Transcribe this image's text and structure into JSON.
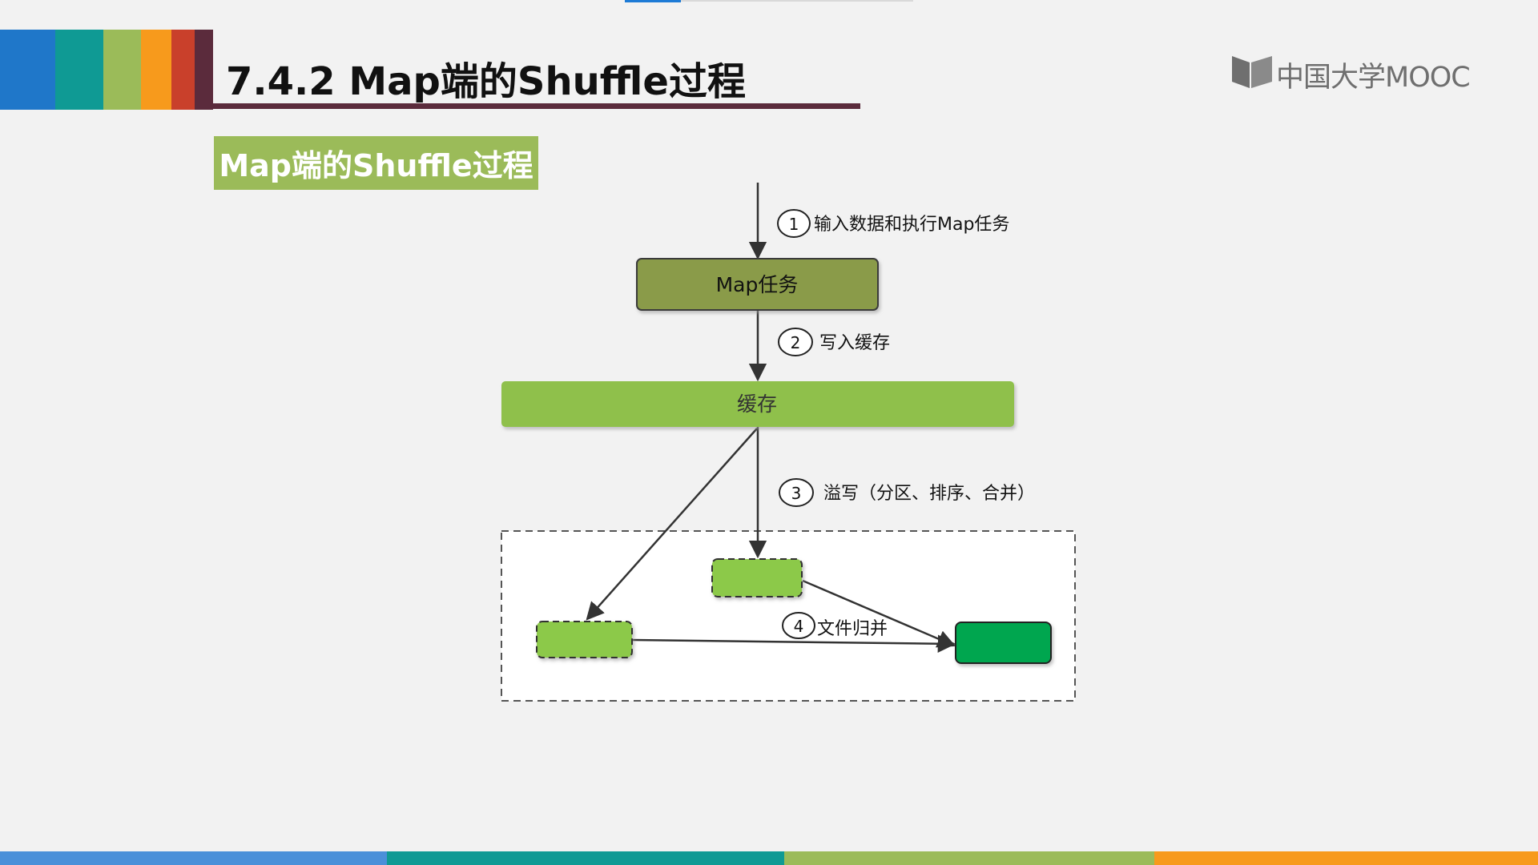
{
  "header": {
    "title": "7.4.2 Map端的Shuffle过程",
    "logo_text": "中国大学MOOC"
  },
  "section": {
    "label": "Map端的Shuffle过程"
  },
  "diagram": {
    "nodes": {
      "map_task": "Map任务",
      "buffer": "缓存"
    },
    "steps": [
      {
        "number": "1",
        "label": "输入数据和执行Map任务"
      },
      {
        "number": "2",
        "label": "写入缓存"
      },
      {
        "number": "3",
        "label": "溢写（分区、排序、合并）"
      },
      {
        "number": "4",
        "label": "文件归并"
      }
    ]
  },
  "colors": {
    "stripe_blue": "#1f77c9",
    "stripe_teal": "#0f9a94",
    "stripe_green": "#9bbb59",
    "stripe_orange": "#f79a1c",
    "stripe_red": "#c9402b",
    "stripe_maroon": "#5b2b3c",
    "map_task_fill": "#8a9b4a",
    "buffer_fill": "#8fc04b",
    "spill_fill": "#8cc94a",
    "merged_fill": "#00a650",
    "section_fill": "#9bbb59"
  }
}
